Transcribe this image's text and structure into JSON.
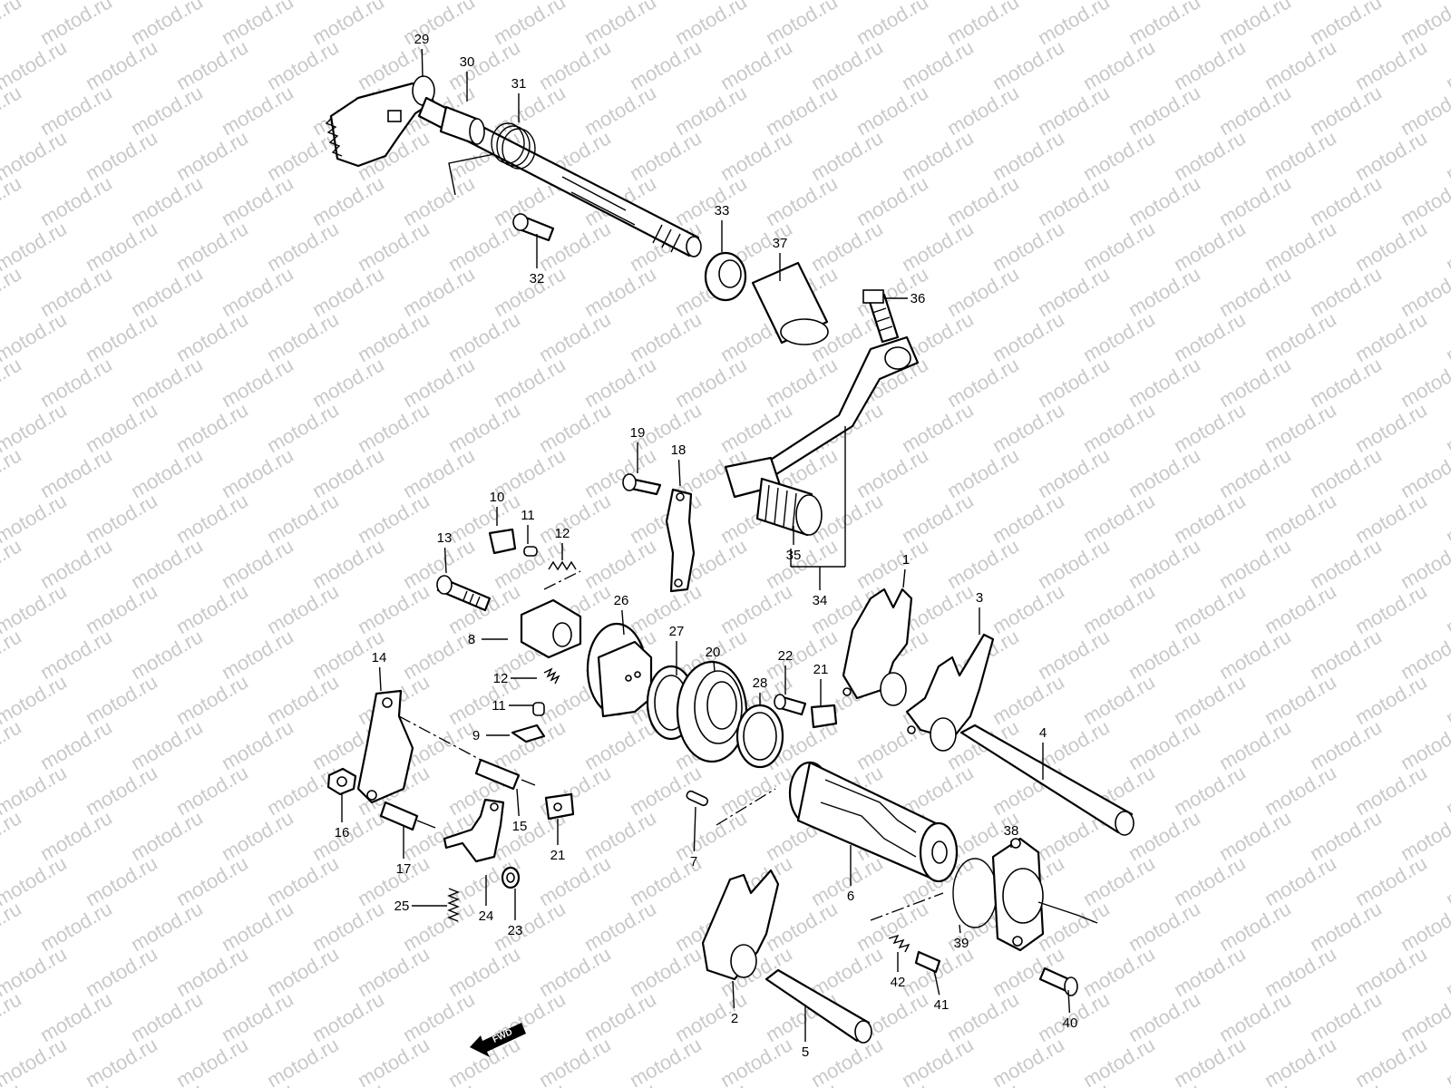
{
  "watermark": "motod.ru",
  "fwd_label": "FWD",
  "callouts": [
    {
      "n": "1"
    },
    {
      "n": "2"
    },
    {
      "n": "3"
    },
    {
      "n": "4"
    },
    {
      "n": "5"
    },
    {
      "n": "6"
    },
    {
      "n": "7"
    },
    {
      "n": "8"
    },
    {
      "n": "9"
    },
    {
      "n": "10"
    },
    {
      "n": "11"
    },
    {
      "n": "11"
    },
    {
      "n": "12"
    },
    {
      "n": "12"
    },
    {
      "n": "13"
    },
    {
      "n": "14"
    },
    {
      "n": "15"
    },
    {
      "n": "16"
    },
    {
      "n": "17"
    },
    {
      "n": "18"
    },
    {
      "n": "19"
    },
    {
      "n": "20"
    },
    {
      "n": "21"
    },
    {
      "n": "21"
    },
    {
      "n": "22"
    },
    {
      "n": "23"
    },
    {
      "n": "24"
    },
    {
      "n": "25"
    },
    {
      "n": "26"
    },
    {
      "n": "27"
    },
    {
      "n": "28"
    },
    {
      "n": "29"
    },
    {
      "n": "30"
    },
    {
      "n": "31"
    },
    {
      "n": "32"
    },
    {
      "n": "33"
    },
    {
      "n": "34"
    },
    {
      "n": "35"
    },
    {
      "n": "36"
    },
    {
      "n": "37"
    },
    {
      "n": "38"
    },
    {
      "n": "39"
    },
    {
      "n": "40"
    },
    {
      "n": "41"
    },
    {
      "n": "42"
    }
  ]
}
